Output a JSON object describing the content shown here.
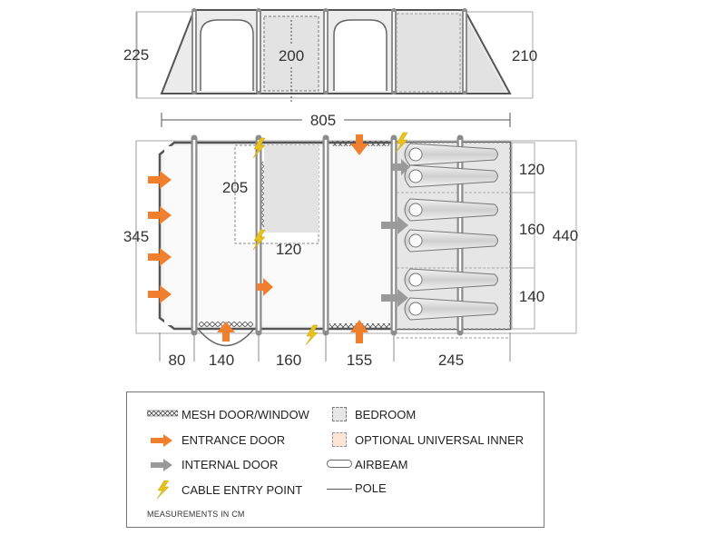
{
  "elevation": {
    "height_total": "225",
    "height_bedroom": "210",
    "height_inner": "200",
    "length_total": "805"
  },
  "floorplan": {
    "width_total": "440",
    "width_living": "345",
    "room_depth": "205",
    "room_width": "120",
    "bay_widths": [
      "120",
      "160",
      "140"
    ],
    "segments": [
      "80",
      "140",
      "160",
      "155",
      "245"
    ]
  },
  "legend": {
    "mesh": "MESH DOOR/WINDOW",
    "entrance": "ENTRANCE DOOR",
    "internal": "INTERNAL DOOR",
    "cable": "CABLE ENTRY POINT",
    "bedroom": "BEDROOM",
    "inner": "OPTIONAL UNIVERSAL INNER",
    "airbeam": "AIRBEAM",
    "pole": "POLE",
    "note": "MEASUREMENTS IN CM"
  },
  "colors": {
    "entrance_arrow": "#f07f2e",
    "internal_arrow": "#9a9a9a",
    "cable_bolt": "#e8c21a",
    "bedroom_fill": "#e6e6e6",
    "inner_fill": "#fbe5d6",
    "outline": "#666666"
  }
}
